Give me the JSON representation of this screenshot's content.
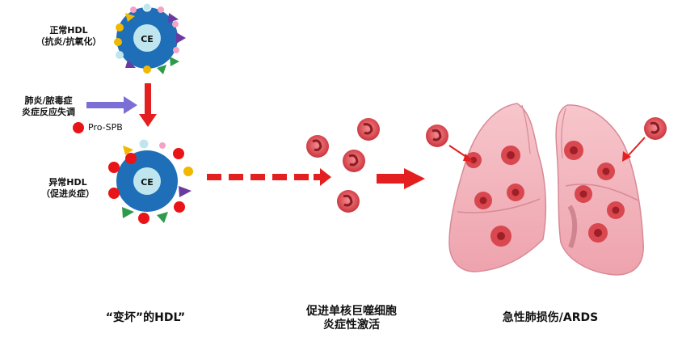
{
  "normal_hdl": {
    "line1": "正常HDL",
    "line2": "（抗炎/抗氧化）",
    "core": "CE"
  },
  "trigger": {
    "line1": "肺炎/脓毒症",
    "line2": "炎症反应失调"
  },
  "legend": {
    "label": "Pro-SPB"
  },
  "abnormal_hdl": {
    "line1": "异常HDL",
    "line2": "（促进炎症）",
    "core": "CE"
  },
  "captions": {
    "left": "“变坏”的HDL”",
    "middle_line1": "促进单核巨噬细胞",
    "middle_line2": "炎症性激活",
    "right": "急性肺损伤/ARDS"
  },
  "colors": {
    "hdl_core_ring": "#1f6fb8",
    "hdl_core_center": "#bfe6ee",
    "apolipoprotein_yellow": "#f2b800",
    "apolipoprotein_purple": "#6a3aa0",
    "apolipoprotein_green": "#2e9a4a",
    "pro_spb": "#e81418",
    "arrow_red": "#e31f1f",
    "arrow_purple": "#7b6fd6",
    "lung": "#f3b6bd",
    "macrophage": "#d94a52"
  }
}
